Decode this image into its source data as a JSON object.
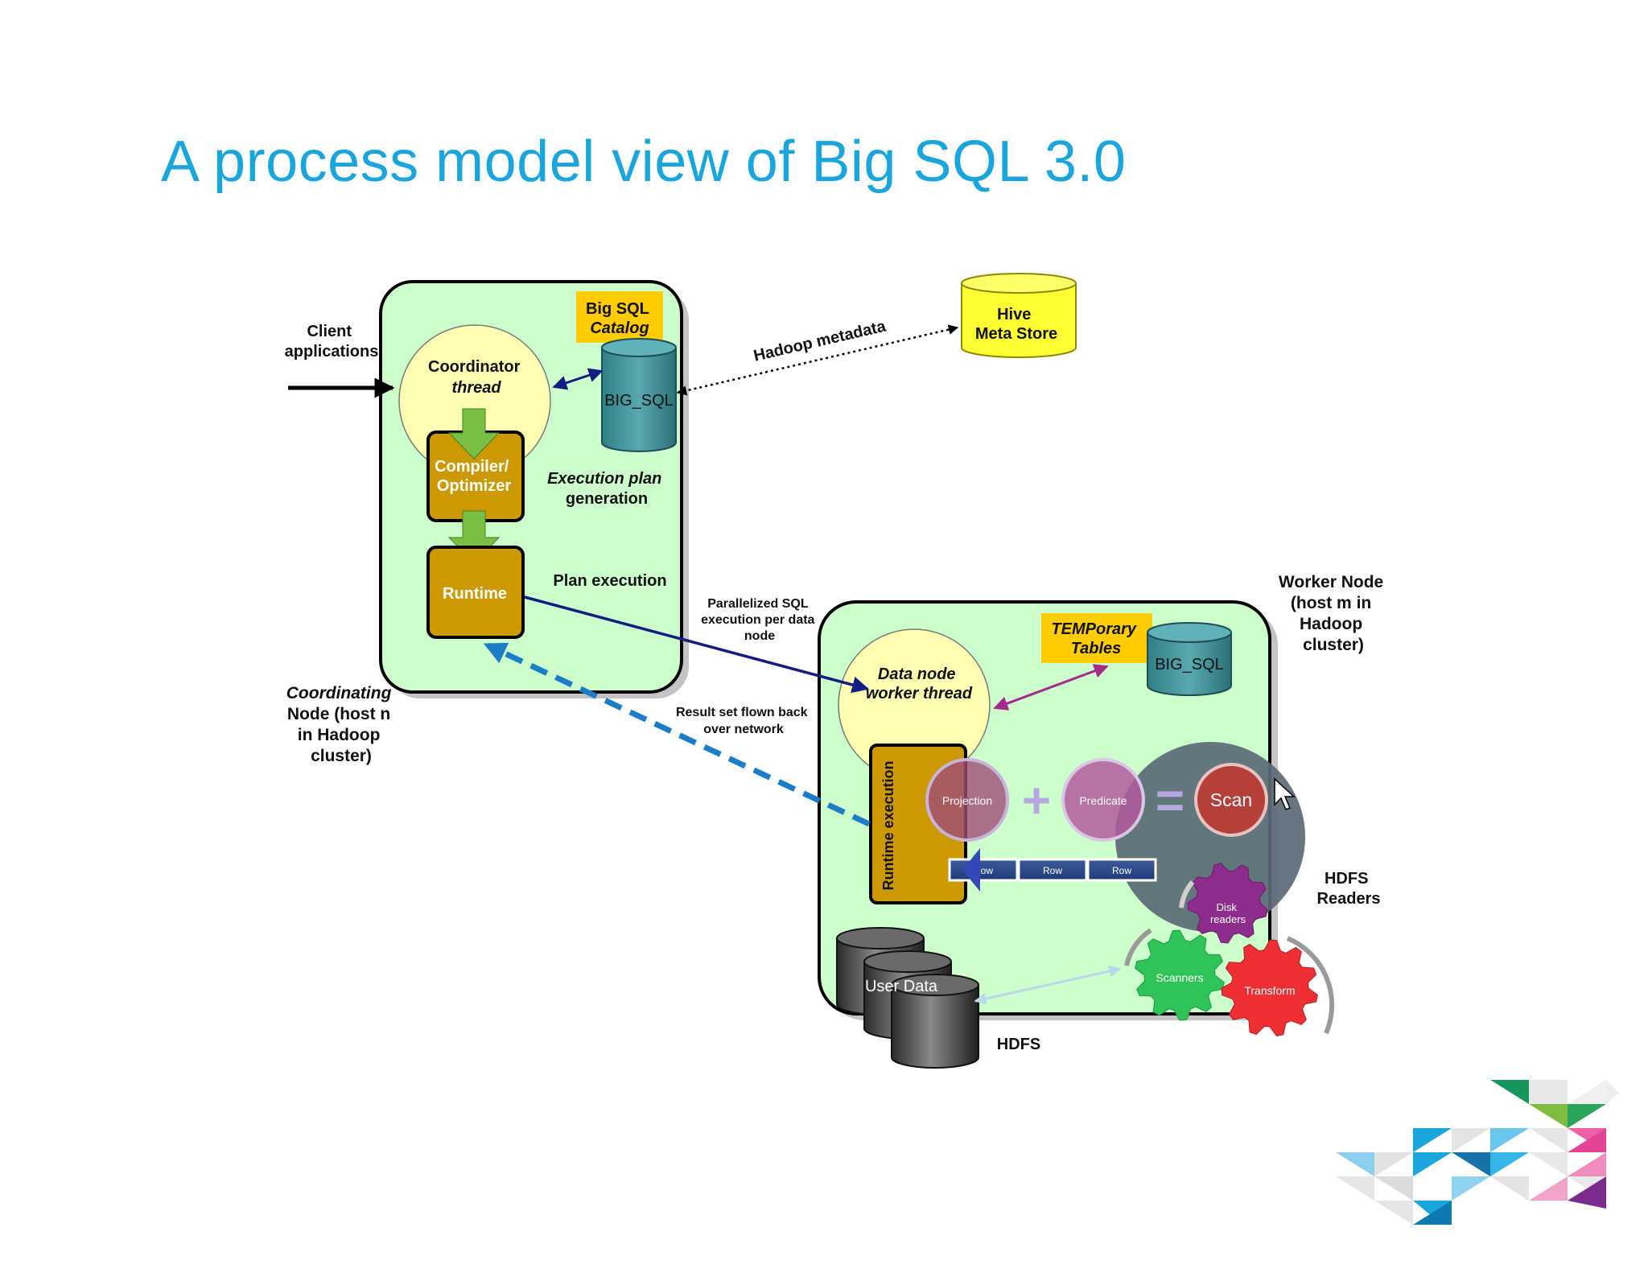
{
  "title": "A process model view of Big SQL 3.0",
  "colors": {
    "title": "#1aa6dd",
    "node_fill": "#ccffcc",
    "catalog_label": "#ffcc00",
    "cylinder_teal": "#3a8c92",
    "hive_yellow": "#ffff33",
    "box_gold": "#cc9900",
    "arrow_green": "#77c043",
    "arrow_navy": "#141e82",
    "dashed_blue": "#1b7cc8",
    "magenta_arrow": "#a62a8c"
  },
  "coordinating": {
    "client_apps": [
      "Client",
      "applications"
    ],
    "catalog": [
      "Big SQL",
      "Catalog"
    ],
    "big_sql": "BIG_SQL",
    "coordinator": [
      "Coordinator",
      "thread"
    ],
    "compiler": [
      "Compiler/",
      "Optimizer"
    ],
    "execution_plan": [
      "Execution plan",
      "generation"
    ],
    "runtime": "Runtime",
    "plan_execution": "Plan execution",
    "node_label": [
      "Coordinating",
      "Node (host n",
      "in Hadoop",
      "cluster)"
    ]
  },
  "hive": {
    "label": [
      "Hive",
      "Meta Store"
    ]
  },
  "hadoop_metadata": "Hadoop metadata",
  "parallel_label": [
    "Parallelized SQL",
    "execution per data",
    "node"
  ],
  "result_label": [
    "Result set flown back",
    "over network"
  ],
  "worker": {
    "node_label": [
      "Worker Node",
      "(host m in",
      "Hadoop",
      "cluster)"
    ],
    "temp_tables": [
      "TEMPorary",
      "Tables"
    ],
    "big_sql": "BIG_SQL",
    "data_node": [
      "Data node",
      "worker thread"
    ],
    "runtime_execution": "Runtime execution",
    "projection": "Projection",
    "plus": "+",
    "predicate": "Predicate",
    "equals": "=",
    "scan": "Scan",
    "rows": [
      "Row",
      "Row",
      "Row"
    ],
    "disk_readers": [
      "Disk",
      "readers"
    ],
    "scanners": "Scanners",
    "transform": "Transform",
    "hdfs_readers": [
      "HDFS",
      "Readers"
    ],
    "user_data": "User Data",
    "hdfs": "HDFS"
  }
}
